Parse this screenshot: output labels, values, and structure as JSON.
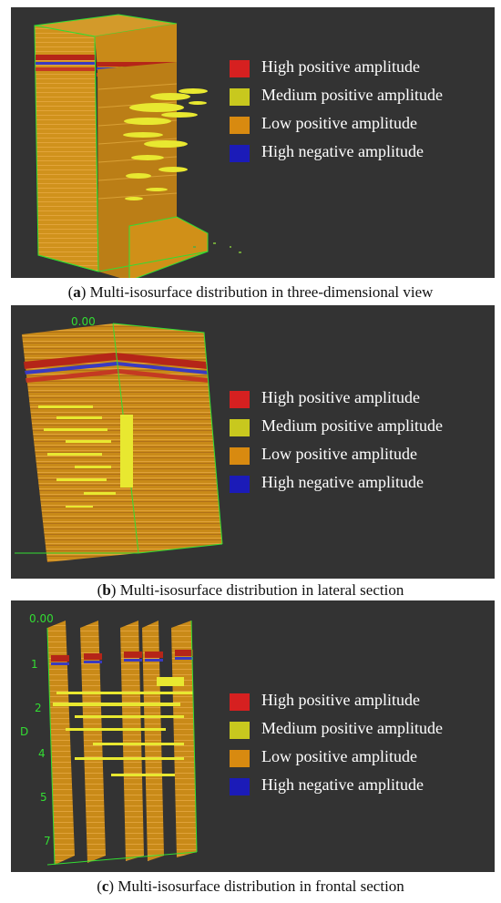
{
  "legend": {
    "items": [
      {
        "label": "High positive amplitude",
        "color": "#d62020"
      },
      {
        "label": "Medium positive amplitude",
        "color": "#c8c81e"
      },
      {
        "label": "Low positive amplitude",
        "color": "#d88a10"
      },
      {
        "label": "High negative amplitude",
        "color": "#1b1bb8"
      }
    ]
  },
  "panels": {
    "a": {
      "caption_letter": "a",
      "caption_text": "Multi-isosurface distribution in three-dimensional view"
    },
    "b": {
      "caption_letter": "b",
      "caption_text": "Multi-isosurface distribution in lateral section",
      "axis_zero": "0.00"
    },
    "c": {
      "caption_letter": "c",
      "caption_text": "Multi-isosurface distribution in frontal section",
      "axis_zero": "0.00",
      "axis_ticks": [
        "1",
        "2",
        "4",
        "5",
        "7"
      ],
      "axis_label": "D"
    }
  },
  "colors": {
    "background": "#333333",
    "slice_base": "#d09018",
    "isosurface": "#e8e830",
    "grid_green": "#33dd33"
  }
}
